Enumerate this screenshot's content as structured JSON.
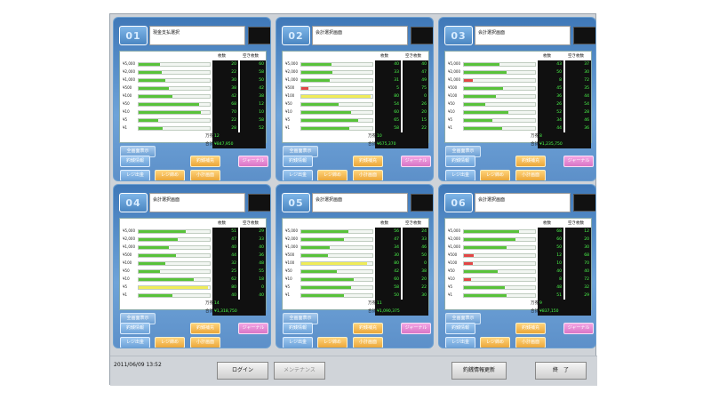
{
  "datetime": "2011/06/09 13:52",
  "footer": {
    "login": "ログイン",
    "maintenance": "メンテナンス",
    "update": "釣銭情報更新",
    "exit": "終　了"
  },
  "colors": {
    "green": "#58c23a",
    "red": "#e24646",
    "yellow": "#f0ec58"
  },
  "panels": [
    {
      "num": "01",
      "title": "現金支払選択",
      "headers": {
        "count": "枚数",
        "empty": "空き枚数"
      },
      "rows": [
        {
          "label": "¥5,000",
          "level": 0.3,
          "color": "green",
          "count": "20",
          "empty": "60"
        },
        {
          "label": "¥2,000",
          "level": 0.32,
          "color": "green",
          "count": "22",
          "empty": "58"
        },
        {
          "label": "¥1,000",
          "level": 0.37,
          "color": "green",
          "count": "30",
          "empty": "50"
        },
        {
          "label": "¥500",
          "level": 0.42,
          "color": "green",
          "count": "38",
          "empty": "42"
        },
        {
          "label": "¥100",
          "level": 0.48,
          "color": "green",
          "count": "42",
          "empty": "38"
        },
        {
          "label": "¥50",
          "level": 0.85,
          "color": "green",
          "count": "68",
          "empty": "12"
        },
        {
          "label": "¥10",
          "level": 0.87,
          "color": "green",
          "count": "70",
          "empty": "10"
        },
        {
          "label": "¥5",
          "level": 0.28,
          "color": "green",
          "count": "22",
          "empty": "58"
        },
        {
          "label": "¥1",
          "level": 0.34,
          "color": "green",
          "count": "28",
          "empty": "52"
        }
      ],
      "giftLabel": "万券",
      "giftValue": "12",
      "totalLabel": "合計",
      "totalValue": "¥847,950",
      "displayBtn": "全画面表示",
      "buttons": [
        "釣銭情報",
        "釣銭補充",
        "レジ出金",
        "レジ締め",
        "小計画面",
        "ジャーナル"
      ]
    },
    {
      "num": "02",
      "title": "会計選択画面",
      "headers": {
        "count": "枚数",
        "empty": "空き枚数"
      },
      "rows": [
        {
          "label": "¥5,000",
          "level": 0.42,
          "color": "green",
          "count": "40",
          "empty": "40"
        },
        {
          "label": "¥2,000",
          "level": 0.44,
          "color": "green",
          "count": "33",
          "empty": "47"
        },
        {
          "label": "¥1,000",
          "level": 0.4,
          "color": "green",
          "count": "31",
          "empty": "49"
        },
        {
          "label": "¥500",
          "level": 0.1,
          "color": "red",
          "count": "5",
          "empty": "75"
        },
        {
          "label": "¥100",
          "level": 0.98,
          "color": "yellow",
          "count": "80",
          "empty": "0"
        },
        {
          "label": "¥50",
          "level": 0.52,
          "color": "green",
          "count": "54",
          "empty": "26"
        },
        {
          "label": "¥10",
          "level": 0.7,
          "color": "green",
          "count": "60",
          "empty": "20"
        },
        {
          "label": "¥5",
          "level": 0.8,
          "color": "green",
          "count": "65",
          "empty": "15"
        },
        {
          "label": "¥1",
          "level": 0.68,
          "color": "green",
          "count": "58",
          "empty": "22"
        }
      ],
      "giftLabel": "万券",
      "giftValue": "10",
      "totalLabel": "合計",
      "totalValue": "¥675,370",
      "displayBtn": "全画面表示",
      "buttons": [
        "釣銭情報",
        "釣銭補充",
        "レジ出金",
        "レジ締め",
        "小計画面",
        "ジャーナル"
      ]
    },
    {
      "num": "03",
      "title": "会計選択画面",
      "headers": {
        "count": "枚数",
        "empty": "空き枚数"
      },
      "rows": [
        {
          "label": "¥5,000",
          "level": 0.5,
          "color": "green",
          "count": "43",
          "empty": "37"
        },
        {
          "label": "¥2,000",
          "level": 0.6,
          "color": "green",
          "count": "50",
          "empty": "30"
        },
        {
          "label": "¥1,000",
          "level": 0.12,
          "color": "red",
          "count": "8",
          "empty": "72"
        },
        {
          "label": "¥500",
          "level": 0.55,
          "color": "green",
          "count": "45",
          "empty": "35"
        },
        {
          "label": "¥100",
          "level": 0.45,
          "color": "green",
          "count": "36",
          "empty": "44"
        },
        {
          "label": "¥50",
          "level": 0.3,
          "color": "green",
          "count": "26",
          "empty": "54"
        },
        {
          "label": "¥10",
          "level": 0.62,
          "color": "green",
          "count": "52",
          "empty": "28"
        },
        {
          "label": "¥5",
          "level": 0.4,
          "color": "green",
          "count": "34",
          "empty": "46"
        },
        {
          "label": "¥1",
          "level": 0.54,
          "color": "green",
          "count": "44",
          "empty": "36"
        }
      ],
      "giftLabel": "万券",
      "giftValue": "8",
      "totalLabel": "合計",
      "totalValue": "¥1,235,750",
      "displayBtn": "全画面表示",
      "buttons": [
        "釣銭情報",
        "釣銭補充",
        "レジ出金",
        "レジ締め",
        "小計画面",
        "ジャーナル"
      ]
    },
    {
      "num": "04",
      "title": "会計選択画面",
      "headers": {
        "count": "枚数",
        "empty": "空き枚数"
      },
      "rows": [
        {
          "label": "¥5,000",
          "level": 0.66,
          "color": "green",
          "count": "51",
          "empty": "29"
        },
        {
          "label": "¥2,000",
          "level": 0.55,
          "color": "green",
          "count": "47",
          "empty": "33"
        },
        {
          "label": "¥1,000",
          "level": 0.42,
          "color": "green",
          "count": "40",
          "empty": "40"
        },
        {
          "label": "¥500",
          "level": 0.52,
          "color": "green",
          "count": "44",
          "empty": "36"
        },
        {
          "label": "¥100",
          "level": 0.38,
          "color": "green",
          "count": "32",
          "empty": "48"
        },
        {
          "label": "¥50",
          "level": 0.3,
          "color": "green",
          "count": "25",
          "empty": "55"
        },
        {
          "label": "¥10",
          "level": 0.78,
          "color": "green",
          "count": "62",
          "empty": "18"
        },
        {
          "label": "¥5",
          "level": 0.98,
          "color": "yellow",
          "count": "80",
          "empty": "0"
        },
        {
          "label": "¥1",
          "level": 0.48,
          "color": "green",
          "count": "40",
          "empty": "40"
        }
      ],
      "giftLabel": "万券",
      "giftValue": "14",
      "totalLabel": "合計",
      "totalValue": "¥1,318,750",
      "displayBtn": "全画面表示",
      "buttons": [
        "釣銭情報",
        "釣銭補充",
        "レジ出金",
        "レジ締め",
        "小計画面",
        "ジャーナル"
      ]
    },
    {
      "num": "05",
      "title": "会計選択画面",
      "headers": {
        "count": "枚数",
        "empty": "空き枚数"
      },
      "rows": [
        {
          "label": "¥5,000",
          "level": 0.66,
          "color": "green",
          "count": "56",
          "empty": "24"
        },
        {
          "label": "¥2,000",
          "level": 0.6,
          "color": "green",
          "count": "47",
          "empty": "33"
        },
        {
          "label": "¥1,000",
          "level": 0.4,
          "color": "green",
          "count": "34",
          "empty": "46"
        },
        {
          "label": "¥500",
          "level": 0.38,
          "color": "green",
          "count": "30",
          "empty": "50"
        },
        {
          "label": "¥100",
          "level": 0.92,
          "color": "yellow",
          "count": "80",
          "empty": "0"
        },
        {
          "label": "¥50",
          "level": 0.5,
          "color": "green",
          "count": "42",
          "empty": "38"
        },
        {
          "label": "¥10",
          "level": 0.74,
          "color": "green",
          "count": "60",
          "empty": "20"
        },
        {
          "label": "¥5",
          "level": 0.7,
          "color": "green",
          "count": "58",
          "empty": "22"
        },
        {
          "label": "¥1",
          "level": 0.6,
          "color": "green",
          "count": "50",
          "empty": "30"
        }
      ],
      "giftLabel": "万券",
      "giftValue": "11",
      "totalLabel": "合計",
      "totalValue": "¥1,090,375",
      "displayBtn": "全画面表示",
      "buttons": [
        "釣銭情報",
        "釣銭補充",
        "レジ出金",
        "レジ締め",
        "小計画面",
        "ジャーナル"
      ]
    },
    {
      "num": "06",
      "title": "会計選択画面",
      "headers": {
        "count": "枚数",
        "empty": "空き枚数"
      },
      "rows": [
        {
          "label": "¥5,000",
          "level": 0.78,
          "color": "green",
          "count": "68",
          "empty": "12"
        },
        {
          "label": "¥2,000",
          "level": 0.72,
          "color": "green",
          "count": "60",
          "empty": "20"
        },
        {
          "label": "¥1,000",
          "level": 0.6,
          "color": "green",
          "count": "50",
          "empty": "30"
        },
        {
          "label": "¥500",
          "level": 0.14,
          "color": "red",
          "count": "12",
          "empty": "68"
        },
        {
          "label": "¥100",
          "level": 0.12,
          "color": "red",
          "count": "10",
          "empty": "70"
        },
        {
          "label": "¥50",
          "level": 0.48,
          "color": "green",
          "count": "40",
          "empty": "40"
        },
        {
          "label": "¥10",
          "level": 0.1,
          "color": "red",
          "count": "8",
          "empty": "72"
        },
        {
          "label": "¥5",
          "level": 0.58,
          "color": "green",
          "count": "48",
          "empty": "32"
        },
        {
          "label": "¥1",
          "level": 0.6,
          "color": "green",
          "count": "51",
          "empty": "29"
        }
      ],
      "giftLabel": "万券",
      "giftValue": "9",
      "totalLabel": "合計",
      "totalValue": "¥837,150",
      "displayBtn": "全画面表示",
      "buttons": [
        "釣銭情報",
        "釣銭補充",
        "レジ出金",
        "レジ締め",
        "小計画面",
        "ジャーナル"
      ]
    }
  ]
}
